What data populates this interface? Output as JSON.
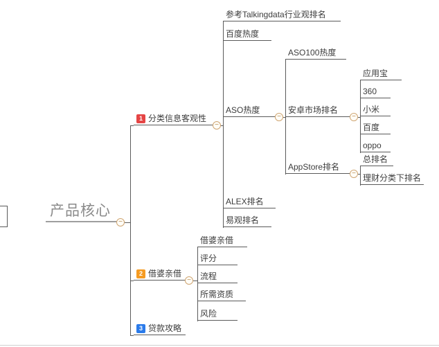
{
  "root": {
    "label": "产品核心"
  },
  "branches": [
    {
      "badge": "1",
      "badge_color": "#e54545",
      "label": "分类信息客观性",
      "children": [
        {
          "label": "参考Talkingdata行业观排名"
        },
        {
          "label": "百度热度"
        },
        {
          "label": "ASO热度",
          "children": [
            {
              "label": "ASO100热度"
            },
            {
              "label": "安卓市场排名",
              "children": [
                {
                  "label": "应用宝"
                },
                {
                  "label": "360"
                },
                {
                  "label": "小米"
                },
                {
                  "label": "百度"
                },
                {
                  "label": "oppo"
                }
              ]
            },
            {
              "label": "AppStore排名",
              "children": [
                {
                  "label": "总排名"
                },
                {
                  "label": "理财分类下排名"
                }
              ]
            }
          ]
        },
        {
          "label": "ALEX排名"
        },
        {
          "label": "易观排名"
        }
      ]
    },
    {
      "badge": "2",
      "badge_color": "#f59b22",
      "label": "借婆亲借",
      "children": [
        {
          "label": "借婆亲借"
        },
        {
          "label": "评分"
        },
        {
          "label": "流程"
        },
        {
          "label": "所需资质"
        },
        {
          "label": "风险"
        }
      ]
    },
    {
      "badge": "3",
      "badge_color": "#2b7bea",
      "label": "贷款攻略",
      "children": []
    }
  ],
  "icons": {
    "collapse_glyph": "−"
  },
  "colors": {
    "line": "#5a5a5a",
    "root_text": "#8a8a8a",
    "node_text": "#3c3c3c"
  }
}
